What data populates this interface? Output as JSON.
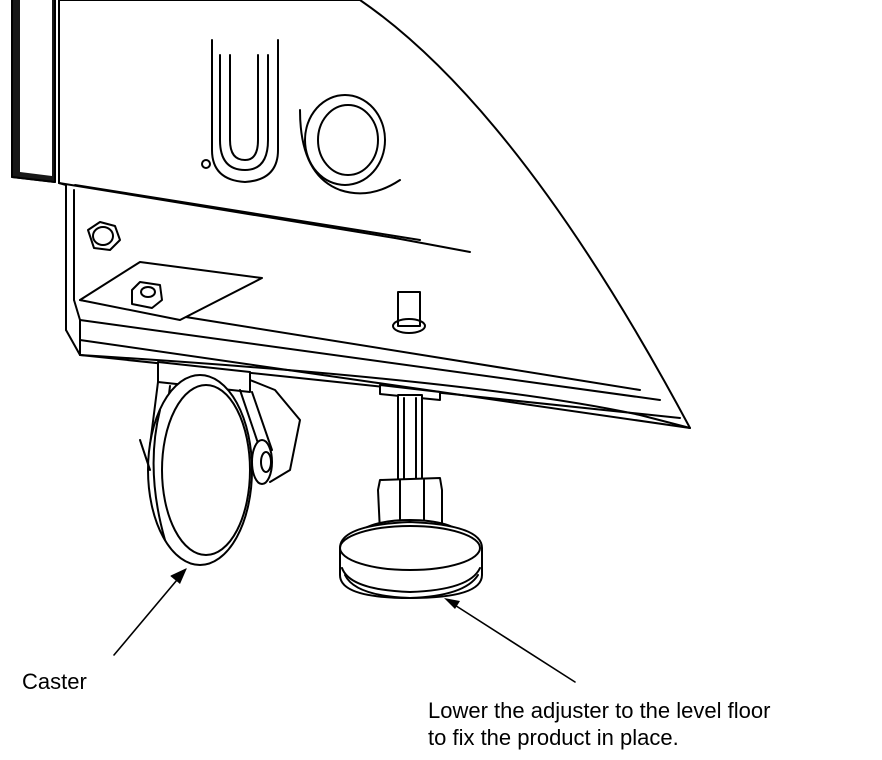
{
  "labels": {
    "caster": "Caster",
    "adjuster_line1": "Lower the adjuster to the level floor",
    "adjuster_line2": "to fix the product in place."
  }
}
